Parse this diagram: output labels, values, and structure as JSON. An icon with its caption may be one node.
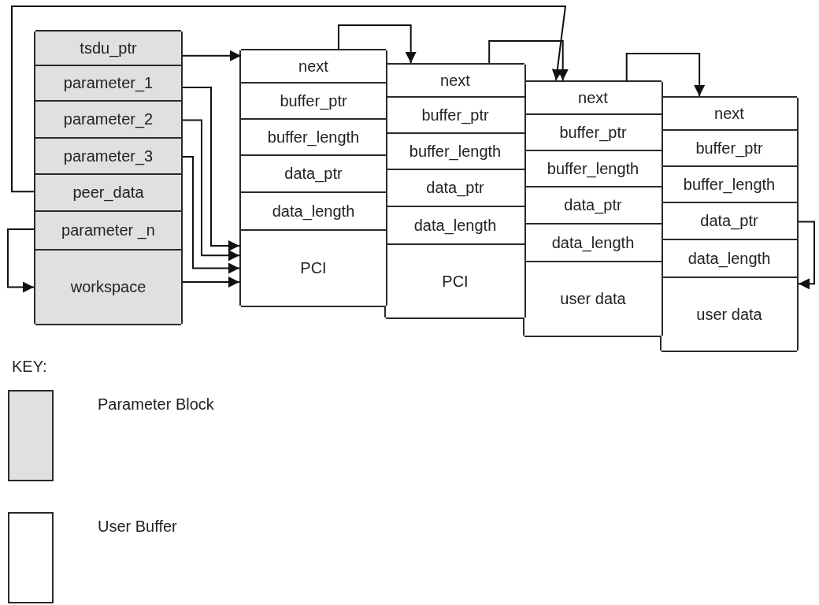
{
  "diagram": {
    "nodes": [
      {
        "text": [],
        "shape": "box"
      },
      {
        "text": [
          "tsdu_ptr"
        ],
        "in": 0
      },
      {
        "text": [
          "parameter_1"
        ],
        "in": 0
      },
      {
        "text": [
          "parameter_2"
        ],
        "in": 0
      },
      {
        "text": [
          "parameter_3"
        ],
        "in": 0
      },
      {
        "text": [
          "peer_data"
        ],
        "in": 0
      },
      {
        "text": [
          "parameter _n"
        ],
        "in": 0
      },
      {
        "text": [
          "workspace"
        ],
        "in": 0
      },
      {
        "text": [],
        "shape": "box"
      },
      {
        "text": [
          "next"
        ],
        "in": 8
      },
      {
        "text": [
          "buffer_ptr"
        ],
        "in": 8
      },
      {
        "text": [
          "buffer_length"
        ],
        "in": 8
      },
      {
        "text": [
          "data_ptr"
        ],
        "in": 8
      },
      {
        "text": [
          "data_length"
        ],
        "in": 8
      },
      {
        "text": [
          "PCI"
        ],
        "in": 8
      },
      {
        "text": [],
        "shape": "box"
      },
      {
        "text": [
          "next"
        ],
        "in": 15
      },
      {
        "text": [
          "buffer_ptr"
        ],
        "in": 15
      },
      {
        "text": [
          "buffer_length"
        ],
        "in": 15
      },
      {
        "text": [
          "data_ptr"
        ],
        "in": 15
      },
      {
        "text": [
          "data_length"
        ],
        "in": 15
      },
      {
        "text": [
          "PCI"
        ],
        "in": 15
      },
      {
        "text": [],
        "shape": "box"
      },
      {
        "text": [
          "next"
        ],
        "in": 22
      },
      {
        "text": [
          "buffer_ptr"
        ],
        "in": 22
      },
      {
        "text": [
          "buffer_length"
        ],
        "in": 22
      },
      {
        "text": [
          "data_ptr"
        ],
        "in": 22
      },
      {
        "text": [
          "data_length"
        ],
        "in": 22
      },
      {
        "text": [
          "user data"
        ],
        "in": 22
      },
      {
        "text": [],
        "shape": "box"
      },
      {
        "text": [
          "next"
        ],
        "in": 29
      },
      {
        "text": [
          "buffer_ptr"
        ],
        "in": 29
      },
      {
        "text": [
          "buffer_length"
        ],
        "in": 29
      },
      {
        "text": [
          "data_ptr"
        ],
        "in": 29
      },
      {
        "text": [
          "data_length"
        ],
        "in": 29
      },
      {
        "text": [
          "user data"
        ],
        "in": 29
      }
    ],
    "edges": [
      {
        "from": 1,
        "to": 8,
        "arrow": "to"
      },
      {
        "from": 2,
        "to": 14,
        "arrow": "to"
      },
      {
        "from": 3,
        "to": 14,
        "arrow": "to"
      },
      {
        "from": 4,
        "to": 14,
        "arrow": "to"
      },
      {
        "from": 7,
        "to": 14,
        "arrow": "to"
      },
      {
        "from": 5,
        "to": 22,
        "arrow": "to"
      },
      {
        "from": 6,
        "to": 7,
        "arrow": "to"
      },
      {
        "from": 9,
        "to": 15,
        "arrow": "to"
      },
      {
        "from": 16,
        "to": 22,
        "arrow": "to"
      },
      {
        "from": 23,
        "to": 29,
        "arrow": "to"
      },
      {
        "from": 33,
        "to": 35,
        "arrow": "to"
      }
    ],
    "labels": [
      "KEY:"
    ],
    "legend": [
      {
        "text": "Parameter Block",
        "color": "#e0e0e0"
      },
      {
        "text": "User Buffer",
        "color": "#ffffff"
      }
    ]
  }
}
